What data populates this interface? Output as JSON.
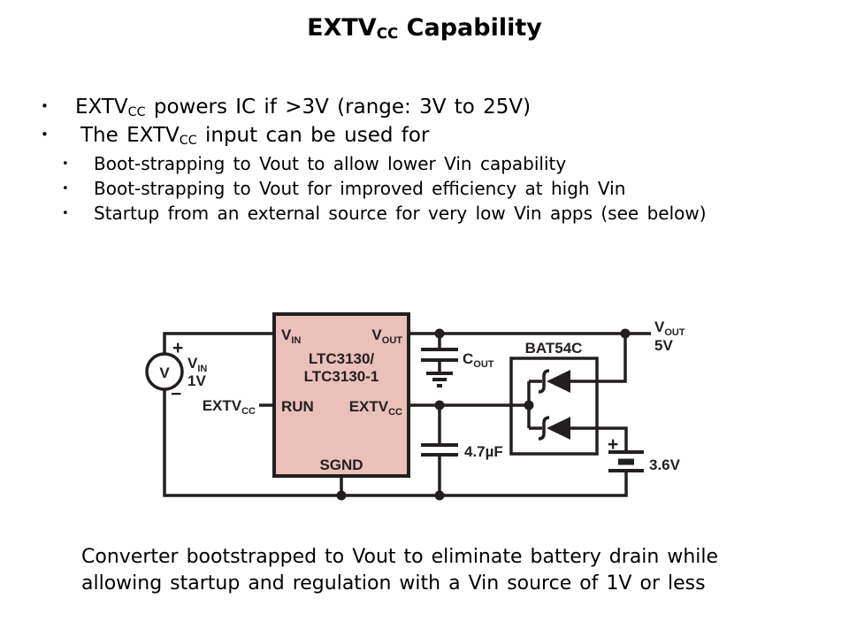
{
  "slide": {
    "title": {
      "pre": "EXTV",
      "sub": "CC",
      "post": " Capability"
    }
  },
  "bullets": {
    "glyph": "•",
    "b1": {
      "pre": "EXTV",
      "sub": "CC",
      "post": " powers IC if >3V (range: 3V to 25V)"
    },
    "b2": {
      "pre": "The EXTV",
      "sub": "CC",
      "post": " input can be used for"
    },
    "s1": "Boot-strapping to Vout to allow lower Vin capability",
    "s2": "Boot-strapping to Vout for improved efficiency at high Vin",
    "s3": "Startup from an external source for very low Vin apps (see below)"
  },
  "caption": {
    "line1": "Converter bootstrapped to Vout to eliminate battery drain while",
    "line2": "allowing startup and regulation with a Vin source of 1V or less"
  },
  "circuit": {
    "colors": {
      "ink": "#231f20",
      "ic_fill": "#e9c1b9"
    },
    "source": {
      "plus": "+",
      "minus": "−",
      "symbol": "V",
      "net_pre": "V",
      "net_sub": "IN",
      "value": "1V"
    },
    "run_net": {
      "pre": "EXTV",
      "sub": "CC"
    },
    "ic": {
      "pin_vin": {
        "pre": "V",
        "sub": "IN"
      },
      "pin_vout": {
        "pre": "V",
        "sub": "OUT"
      },
      "part1": "LTC3130/",
      "part2": "LTC3130-1",
      "pin_run": "RUN",
      "pin_extvcc": {
        "pre": "EXTV",
        "sub": "CC"
      },
      "pin_sgnd": "SGND"
    },
    "cout": {
      "pre": "C",
      "sub": "OUT"
    },
    "bypass_value": "4.7µF",
    "diodes": {
      "part": "BAT54C"
    },
    "vout_net": {
      "pre": "V",
      "sub": "OUT",
      "value": "5V"
    },
    "battery": {
      "plus": "+",
      "value": "3.6V"
    }
  }
}
